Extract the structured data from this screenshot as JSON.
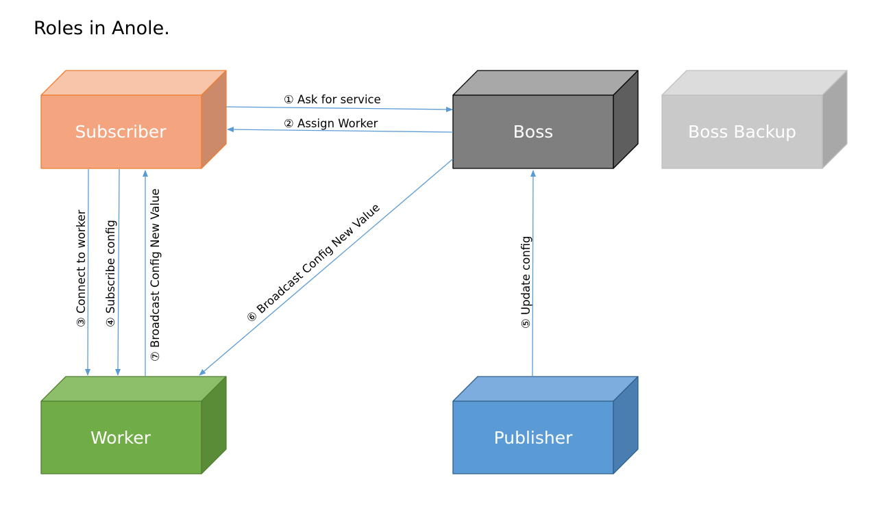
{
  "title": "Roles in Anole.",
  "nodes": {
    "subscriber": {
      "label": "Subscriber",
      "colors": {
        "front": "#f4a57f",
        "top": "#f8c4aa",
        "side": "#cc8a6a",
        "stroke": "#ed7d31"
      }
    },
    "boss": {
      "label": "Boss",
      "colors": {
        "front": "#7f7f7f",
        "top": "#a8a8a8",
        "side": "#5e5e5e",
        "stroke": "#000000"
      }
    },
    "boss_backup": {
      "label": "Boss Backup",
      "colors": {
        "front": "#c9c9c9",
        "top": "#dcdcdc",
        "side": "#a8a8a8",
        "stroke": "#bfbfbf"
      }
    },
    "worker": {
      "label": "Worker",
      "colors": {
        "front": "#70ad47",
        "top": "#8dbf6b",
        "side": "#5a8c37",
        "stroke": "#507e32"
      }
    },
    "publisher": {
      "label": "Publisher",
      "colors": {
        "front": "#5b9bd5",
        "top": "#7daddf",
        "side": "#4a7eb0",
        "stroke": "#2e5f8a"
      }
    }
  },
  "edges": {
    "ask_for_service": {
      "label": "① Ask for service"
    },
    "assign_worker": {
      "label": "② Assign Worker"
    },
    "connect_to_worker": {
      "label": "③ Connect to worker"
    },
    "subscribe_config": {
      "label": "④ Subscribe config"
    },
    "update_config": {
      "label": "⑤ Update config"
    },
    "broadcast_boss_to_worker": {
      "label": "⑥ Broadcast Config New Value"
    },
    "broadcast_worker_to_subscriber": {
      "label": "⑦ Broadcast Config New Value"
    }
  },
  "arrow_color": "#5b9bd5"
}
